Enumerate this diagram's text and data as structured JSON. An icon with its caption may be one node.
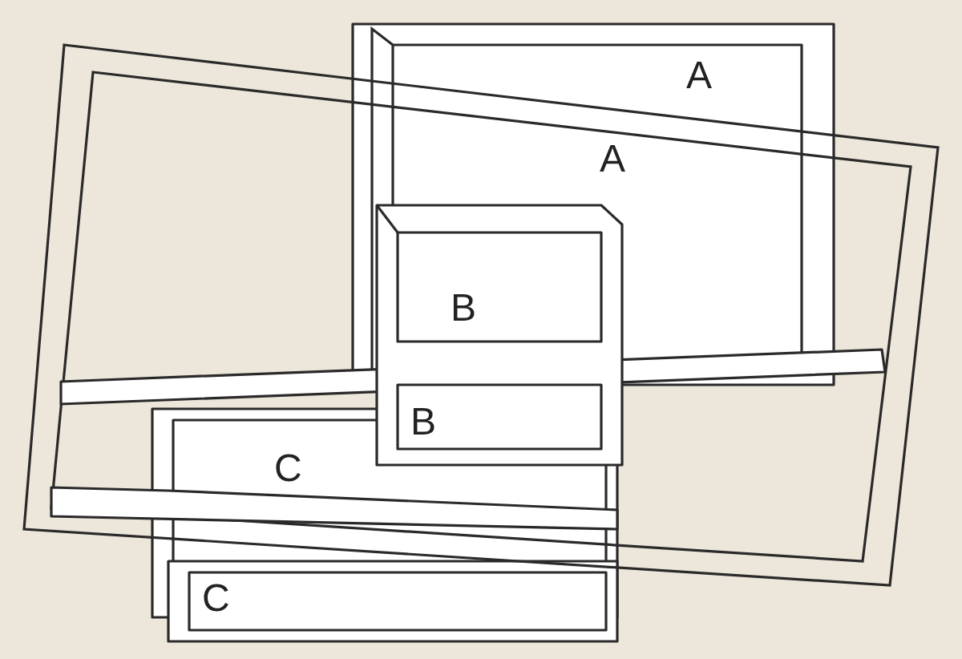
{
  "diagram": {
    "labels": [
      "A",
      "A",
      "B",
      "B",
      "C",
      "C"
    ]
  }
}
